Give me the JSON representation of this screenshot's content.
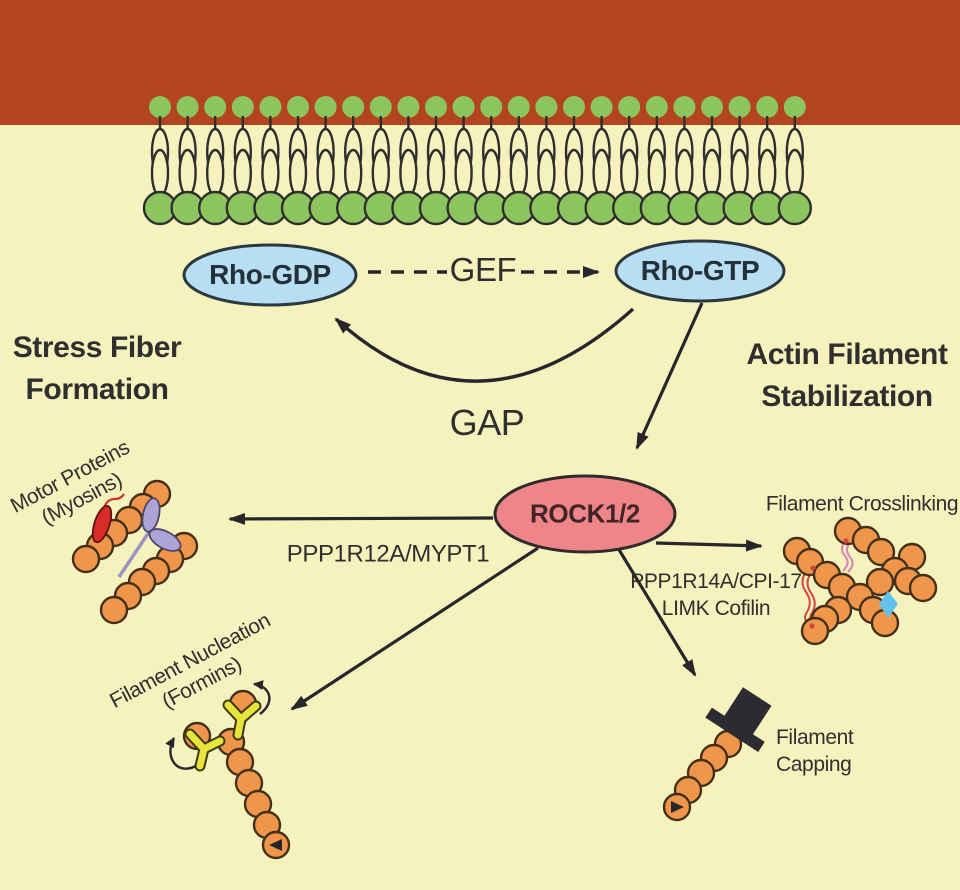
{
  "figure": {
    "description": "Rho GTPase / ROCK signaling pathway diagram with plasma membrane, Rho-GDP to Rho-GTP cycle and downstream actin effects"
  },
  "headings": {
    "left": "Stress Fiber\nFormation",
    "right": "Actin Filament\nStabilization"
  },
  "nodes": {
    "rho_gdp": "Rho-GDP",
    "rho_gtp": "Rho-GTP",
    "rock": "ROCK1/2"
  },
  "edge_labels": {
    "gef": "GEF",
    "gap": "GAP",
    "mypt": "PPP1R12A/MYPT1",
    "cpi": "PPP1R14A/CPI-17\nLIMK Cofilin"
  },
  "annotations": {
    "motor_proteins": "Motor Proteins\n(Myosins)",
    "filament_nucleation": "Filament Nucleation\n(Formins)",
    "filament_crosslinking": "Filament Crosslinking",
    "filament_capping": "Filament\nCapping"
  },
  "membrane": {
    "lipid_count": 24
  },
  "colors": {
    "background": "#F6F2BE",
    "extracellular_band": "#B2451F",
    "lipid_head_green": "#8CC45E",
    "rho_ellipse_blue": "#B7DEF3",
    "rock_ellipse_pink": "#EE8689",
    "actin_bead_orange": "#F0964A",
    "formin_yellow": "#E9E43B",
    "myosin_red": "#D92B27",
    "myosin_purple": "#ABA5D6",
    "crosslinker_pink": "#D884B4",
    "crosslinker_red": "#D1453C",
    "capping_black": "#2B2B30",
    "cofilin_blue": "#62C2EC",
    "text_dark": "#2F2F2F",
    "outline_dark": "#2E2E2E"
  }
}
